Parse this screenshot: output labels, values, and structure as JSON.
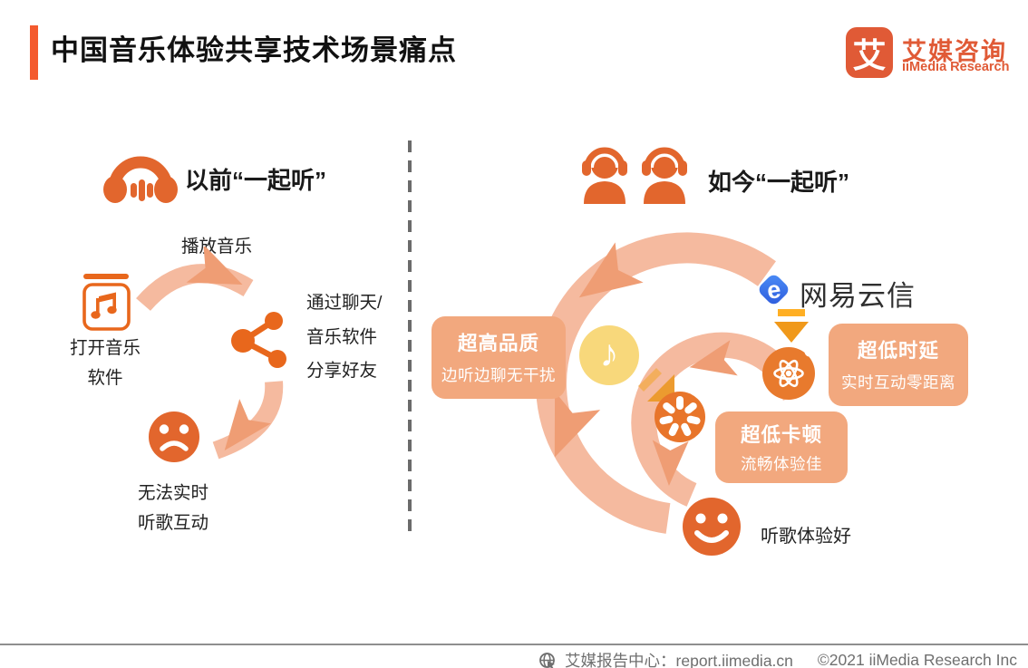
{
  "header": {
    "title": "中国音乐体验共享技术场景痛点",
    "logo": {
      "mark": "艾",
      "brand_cn": "艾媒咨询",
      "brand_en": "iiMedia Research"
    }
  },
  "left_section": {
    "heading": "以前“一起听”",
    "step_open_line1": "打开音乐",
    "step_open_line2": "软件",
    "step_play": "播放音乐",
    "step_share_line1": "通过聊天/",
    "step_share_line2": "音乐软件",
    "step_share_line3": "分享好友",
    "pain_line1": "无法实时",
    "pain_line2": "听歌互动"
  },
  "right_section": {
    "heading": "如今“一起听”",
    "brand": "网易云信",
    "brand_icon_glyph": "e",
    "music_note_glyph": "♪",
    "badge_quality_title": "超高品质",
    "badge_quality_sub": "边听边聊无干扰",
    "badge_latency_title": "超低时延",
    "badge_latency_sub": "实时互动零距离",
    "badge_lag_title": "超低卡顿",
    "badge_lag_sub": "流畅体验佳",
    "result": "听歌体验好"
  },
  "footer": {
    "source": "艾媒报告中心：report.iimedia.cn",
    "copyright": "©2021  iiMedia Research Inc"
  },
  "colors": {
    "accent_orange": "#F45A2E",
    "brand_orange": "#E05A36",
    "icon_orange": "#E8671C",
    "deep_orange": "#E2662D",
    "arc_salmon": "#F5BA9F",
    "arrow_salmon": "#EF9D74",
    "badge_bg": "#F2A87E",
    "yellow_circle": "#F8D87B",
    "netease_blue": "#3A6FE0",
    "chevron_yellow": "#FFAF24",
    "chevron_orange": "#F0991B",
    "footer_gray": "#6f6f6f"
  }
}
